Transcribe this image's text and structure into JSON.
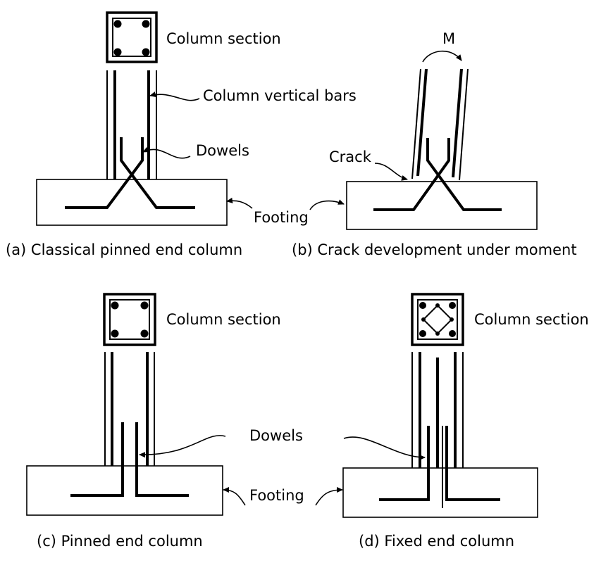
{
  "panel_a": {
    "column_section_label": "Column section",
    "vertical_bars_label": "Column vertical bars",
    "dowels_label": "Dowels",
    "caption": "(a) Classical pinned end column"
  },
  "panel_b": {
    "moment_label": "M",
    "crack_label": "Crack",
    "caption": "(b) Crack development under moment"
  },
  "footing_label_top": "Footing",
  "panel_c": {
    "column_section_label": "Column section",
    "caption": "(c) Pinned end column"
  },
  "panel_d": {
    "column_section_label": "Column section",
    "caption": "(d) Fixed end column"
  },
  "dowels_label_bottom": "Dowels",
  "footing_label_bottom": "Footing"
}
